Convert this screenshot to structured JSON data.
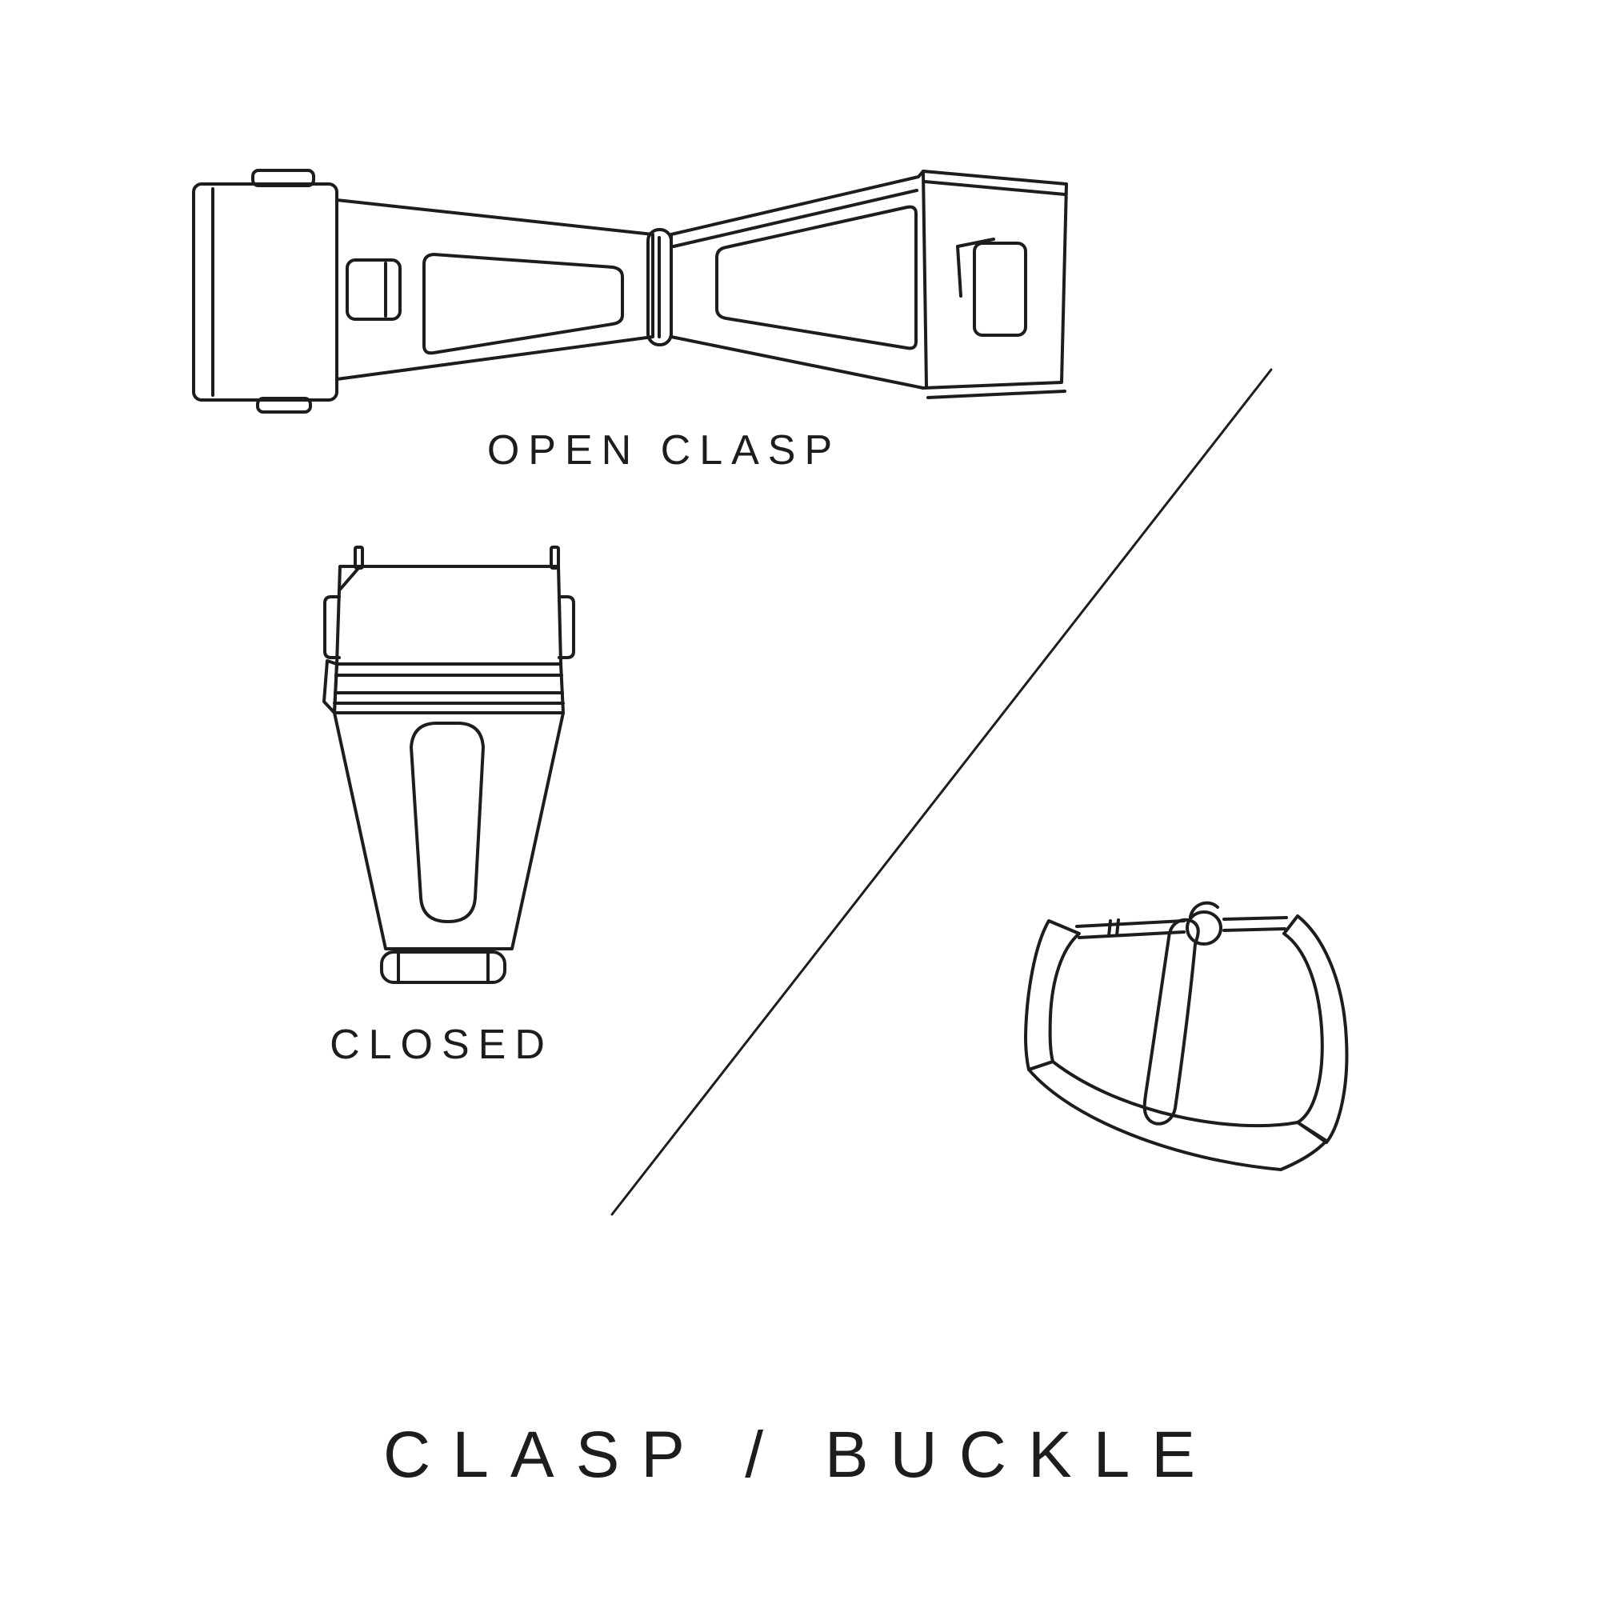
{
  "canvas": {
    "background": "#ffffff",
    "line_color": "#1d1d1d"
  },
  "labels": {
    "open_clasp": "OPEN CLASP",
    "closed": "CLOSED",
    "title": "CLASP / BUCKLE"
  },
  "figures": {
    "open_clasp": "open-clasp-illustration",
    "closed_clasp": "closed-clasp-illustration",
    "buckle": "buckle-illustration",
    "divider": "diagonal-divider-line"
  }
}
